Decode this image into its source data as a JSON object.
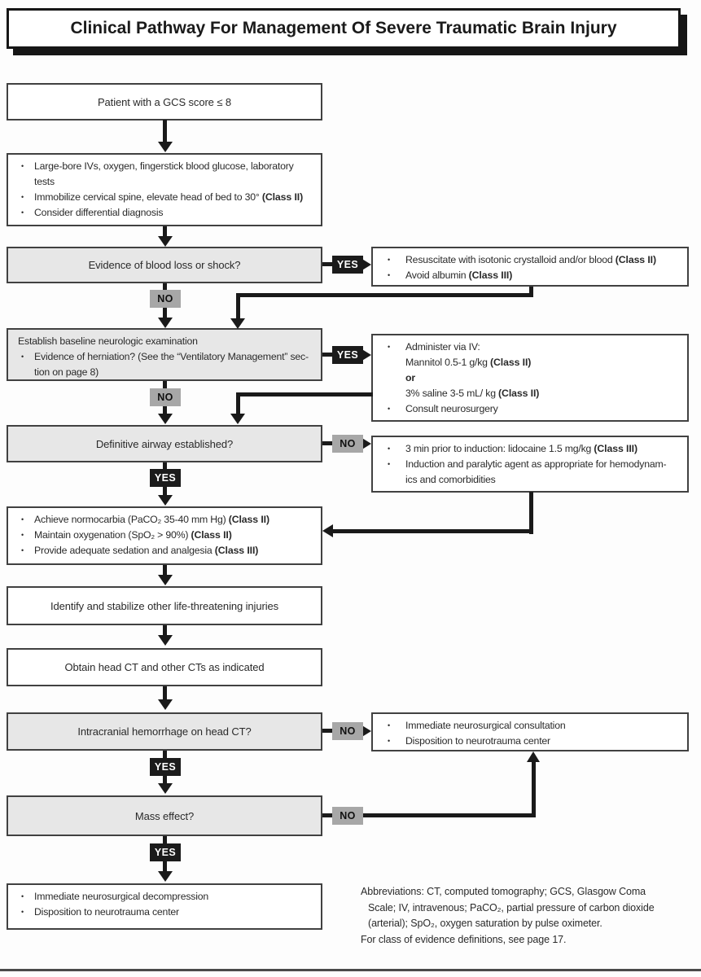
{
  "title": "Clinical Pathway For Management Of Severe Traumatic Brain Injury",
  "colors": {
    "question_box_fill": "#e7e7e7",
    "action_box_fill": "#ffffff",
    "box_border": "#414141",
    "arrow": "#1a1a1a",
    "yes_tag_bg": "#1b1b1b",
    "yes_tag_text": "#ffffff",
    "no_tag_bg": "#a7a7a7",
    "no_tag_text": "#101010"
  },
  "boxes": {
    "patient_gcs": {
      "text": "Patient with a GCS score ≤ 8"
    },
    "initial_actions": {
      "items": [
        {
          "lines": [
            "Large-bore IVs, oxygen, fingerstick blood glucose, laboratory",
            "tests"
          ]
        },
        {
          "lines": [
            "Immobilize cervical spine, elevate head of bed to 30° **(Class II)**"
          ]
        },
        {
          "lines": [
            "Consider differential diagnosis"
          ]
        }
      ]
    },
    "blood_loss_q": {
      "text": "Evidence of blood loss or shock?"
    },
    "resuscitate": {
      "items": [
        {
          "lines": [
            "Resuscitate with isotonic crystalloid and/or blood **(Class II)**"
          ]
        },
        {
          "lines": [
            "Avoid albumin **(Class III)**"
          ]
        }
      ]
    },
    "neuro_exam": {
      "heading": "Establish baseline neurologic examination",
      "items": [
        {
          "lines": [
            "Evidence of herniation? (See the “Ventilatory Management” sec-",
            "tion on page 8)"
          ]
        }
      ]
    },
    "administer_iv": {
      "items": [
        {
          "lines": [
            "Administer via IV:",
            "Mannitol 0.5-1 g/kg **(Class II)**",
            "**or**",
            "3% saline 3-5 mL/ kg **(Class II)**"
          ]
        },
        {
          "lines": [
            "Consult neurosurgery"
          ]
        }
      ]
    },
    "airway_q": {
      "text": "Definitive airway established?"
    },
    "induction": {
      "items": [
        {
          "lines": [
            "3 min prior to induction: lidocaine 1.5 mg/kg **(Class III)**"
          ]
        },
        {
          "lines": [
            "Induction and paralytic agent as appropriate for hemodynam-",
            "ics and comorbidities"
          ]
        }
      ]
    },
    "ventilation": {
      "items": [
        {
          "lines": [
            "Achieve normocarbia (PaCO₂ 35-40 mm Hg) **(Class II)**"
          ]
        },
        {
          "lines": [
            "Maintain oxygenation (SpO₂ > 90%) **(Class II)**"
          ]
        },
        {
          "lines": [
            "Provide adequate sedation and analgesia **(Class III)**"
          ]
        }
      ]
    },
    "stabilize": {
      "text": "Identify and stabilize other life-threatening injuries"
    },
    "head_ct": {
      "text": "Obtain head CT and other CTs as indicated"
    },
    "hemorrhage_q": {
      "text": "Intracranial hemorrhage on head CT?"
    },
    "consult": {
      "items": [
        {
          "lines": [
            "Immediate neurosurgical consultation"
          ]
        },
        {
          "lines": [
            "Disposition to neurotrauma center"
          ]
        }
      ]
    },
    "mass_effect_q": {
      "text": "Mass effect?"
    },
    "decompression": {
      "items": [
        {
          "lines": [
            "Immediate neurosurgical decompression"
          ]
        },
        {
          "lines": [
            "Disposition to neurotrauma center"
          ]
        }
      ]
    }
  },
  "connectors": {
    "yes_blood_loss": "YES",
    "no_blood_loss": "NO",
    "yes_herniation": "YES",
    "no_herniation": "NO",
    "no_airway": "NO",
    "yes_airway": "YES",
    "no_hemorrhage": "NO",
    "yes_hemorrhage": "YES",
    "no_mass_effect": "NO",
    "yes_mass_effect": "YES"
  },
  "footnote": {
    "lines": [
      {
        "text": "Abbreviations: CT, computed tomography; GCS, Glasgow Coma",
        "indent": false
      },
      {
        "text": "Scale; IV, intravenous; PaCO₂, partial pressure of carbon dioxide",
        "indent": true
      },
      {
        "text": "(arterial); SpO₂, oxygen saturation by pulse oximeter.",
        "indent": true
      },
      {
        "text": "For class of evidence definitions, see page 17.",
        "indent": false
      }
    ]
  }
}
